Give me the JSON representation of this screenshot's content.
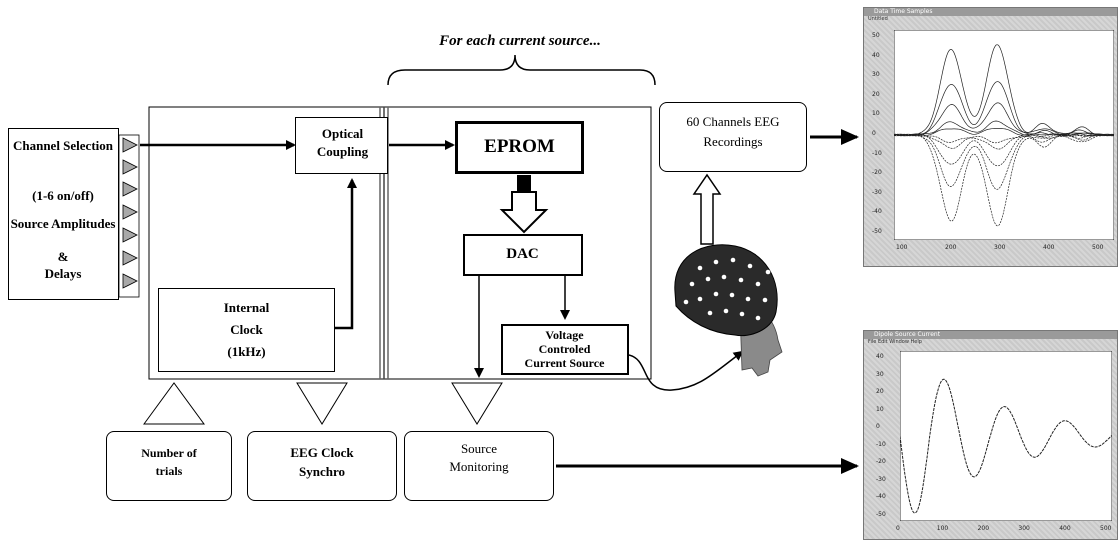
{
  "header": {
    "for_each": "For each current source..."
  },
  "inputs": {
    "channel_selection": "Channel Selection",
    "on_off": "(1-6 on/off)",
    "source_amplitudes": "Source Amplitudes",
    "ampersand": "&",
    "delays": "Delays"
  },
  "blocks": {
    "optical_coupling_1": "Optical",
    "optical_coupling_2": "Coupling",
    "eprom": "EPROM",
    "dac": "DAC",
    "vccs_1": "Voltage",
    "vccs_2": "Controled",
    "vccs_3": "Current Source",
    "clock_1": "Internal",
    "clock_2": "Clock",
    "clock_3": "(1kHz)",
    "eeg_rec_1": "60 Channels EEG",
    "eeg_rec_2": "Recordings"
  },
  "bottom": {
    "trials_1": "Number of",
    "trials_2": "trials",
    "sync_1": "EEG Clock",
    "sync_2": "Synchro",
    "monitor_1": "Source",
    "monitor_2": "Monitoring"
  },
  "top_plot": {
    "window_title": "Data Time Samples",
    "menu": "Untitled",
    "x_ticks": [
      "100",
      "200",
      "300",
      "400",
      "500"
    ],
    "y_ticks": [
      "50",
      "40",
      "30",
      "20",
      "10",
      "0",
      "-10",
      "-20",
      "-30",
      "-40",
      "-50"
    ]
  },
  "bottom_plot": {
    "window_title": "Dipole Source Current",
    "menu": "File  Edit  Window  Help",
    "x_ticks": [
      "0",
      "100",
      "200",
      "300",
      "400",
      "500"
    ],
    "y_ticks": [
      "40",
      "30",
      "20",
      "10",
      "0",
      "-10",
      "-20",
      "-30",
      "-40",
      "-50"
    ]
  },
  "colors": {
    "line": "#000000",
    "plot_line": "#222222",
    "window_bg": "#cfcfcf",
    "accent_gray": "#888888"
  }
}
